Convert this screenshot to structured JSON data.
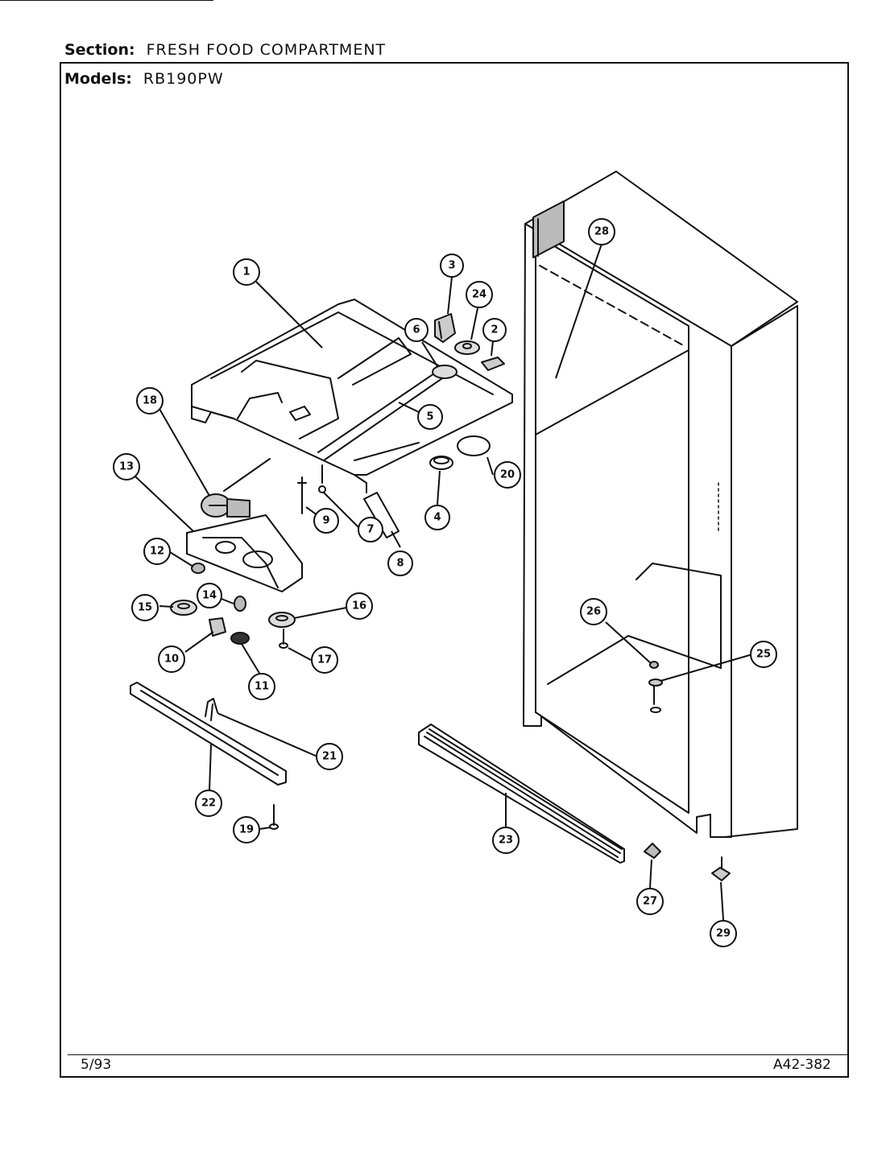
{
  "header": {
    "section_label": "Section:",
    "section_value": "FRESH FOOD COMPARTMENT",
    "models_label": "Models:",
    "models_value": "RB190PW"
  },
  "footer": {
    "date": "5/93",
    "doc_number": "A42-382"
  },
  "callouts": [
    "1",
    "2",
    "3",
    "4",
    "5",
    "6",
    "7",
    "8",
    "9",
    "10",
    "11",
    "12",
    "13",
    "14",
    "15",
    "16",
    "17",
    "18",
    "19",
    "20",
    "21",
    "22",
    "23",
    "24",
    "25",
    "26",
    "27",
    "28",
    "29"
  ]
}
